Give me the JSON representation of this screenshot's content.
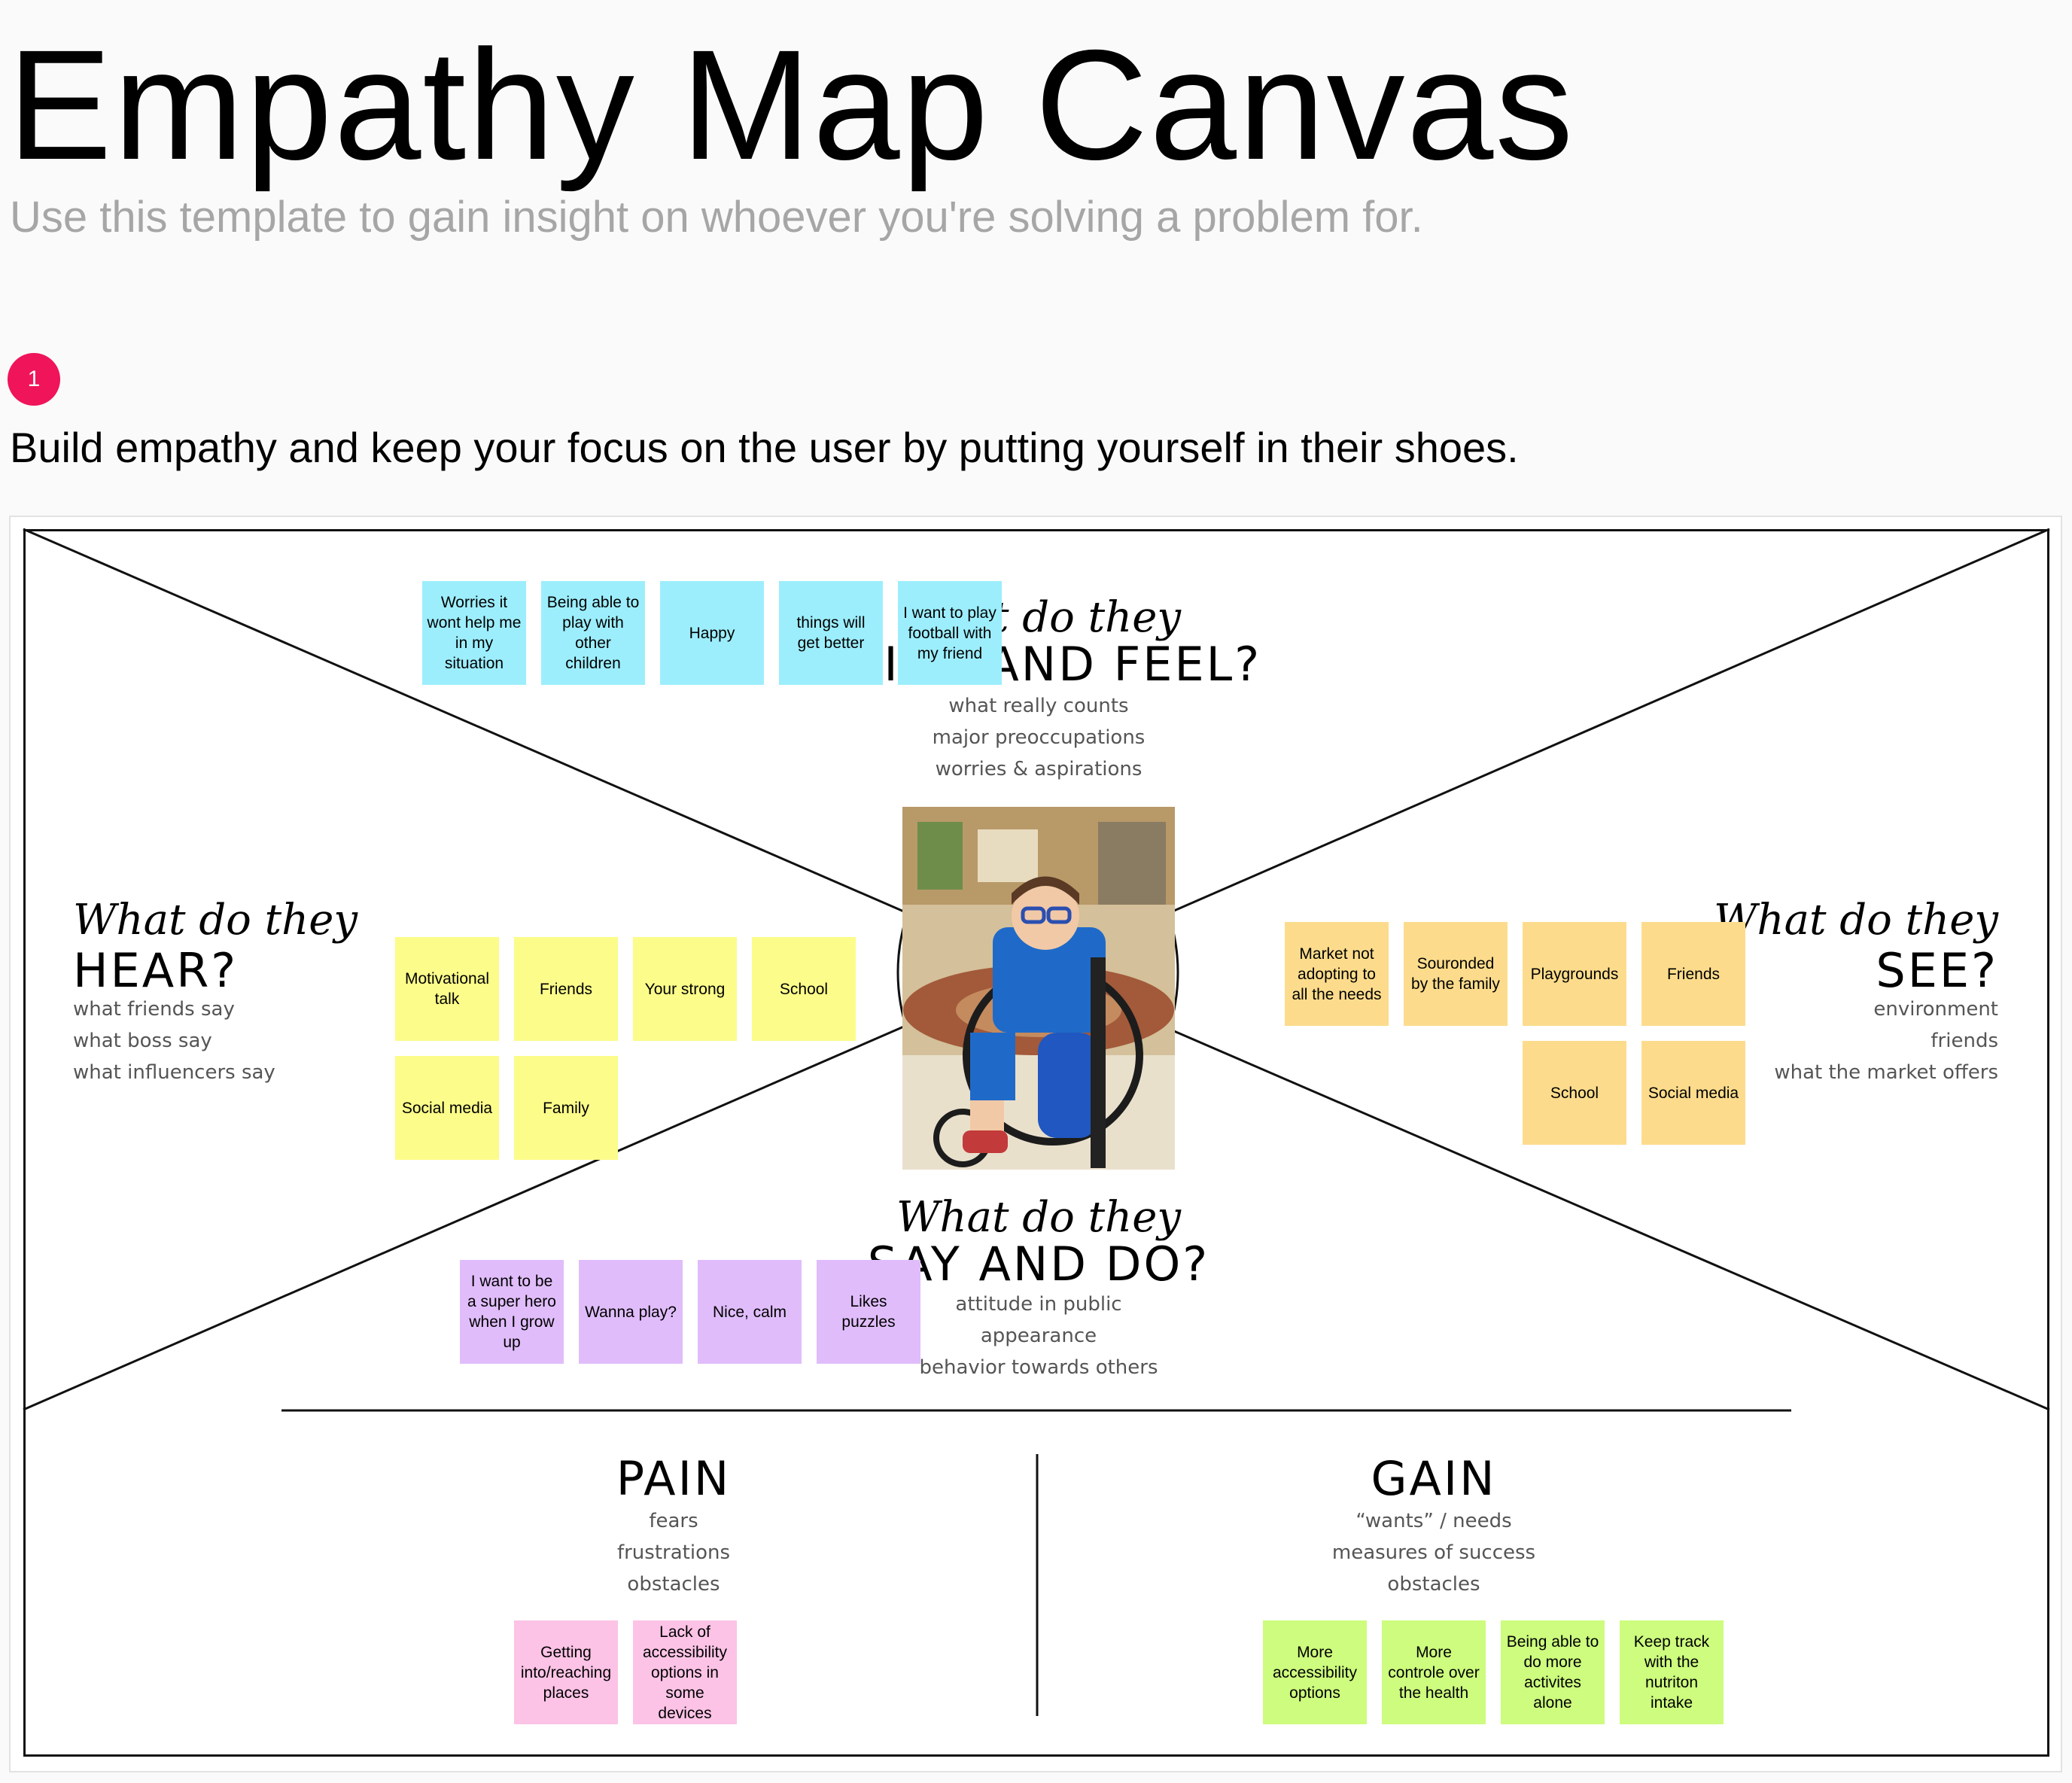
{
  "header": {
    "title": "Empathy Map Canvas",
    "subtitle": "Use this template to gain insight on whoever you're solving a problem for."
  },
  "step": {
    "number": "1",
    "text": "Build empathy and keep your focus on the user by putting yourself in their shoes."
  },
  "sections": {
    "think_feel": {
      "script": "What do they",
      "heading": "THINK AND FEEL?",
      "lines": [
        "what really counts",
        "major preoccupations",
        "worries & aspirations"
      ]
    },
    "hear": {
      "script": "What do they",
      "heading": "HEAR?",
      "lines": [
        "what friends say",
        "what boss say",
        "what influencers say"
      ]
    },
    "see": {
      "script": "What do they",
      "heading": "SEE?",
      "lines": [
        "environment",
        "friends",
        "what the market offers"
      ]
    },
    "say_do": {
      "script": "What do they",
      "heading": "SAY AND DO?",
      "lines": [
        "attitude in public",
        "appearance",
        "behavior towards others"
      ]
    },
    "pain": {
      "heading": "PAIN",
      "lines": [
        "fears",
        "frustrations",
        "obstacles"
      ]
    },
    "gain": {
      "heading": "GAIN",
      "lines": [
        "“wants” / needs",
        "measures of success",
        "obstacles"
      ]
    }
  },
  "notes": {
    "think_feel": [
      "Worries it wont help me in my situation",
      "Being able to play with other children",
      "Happy",
      "things will get better",
      "I want to play football with my friend"
    ],
    "hear": [
      "Motivational talk",
      "Friends",
      "Your strong",
      "School",
      "Social media",
      "Family"
    ],
    "see": [
      "Market not adopting to all the needs",
      "Souronded by the family",
      "Playgrounds",
      "Friends",
      "School",
      "Social media"
    ],
    "say_do": [
      "I want to be a super hero when I grow up",
      "Wanna play?",
      "Nice, calm",
      "Likes puzzles"
    ],
    "pain": [
      "Getting into/reaching places",
      "Lack of accessibility options in some devices"
    ],
    "gain": [
      "More accessibility options",
      "More controle over the health",
      "Being able to do more activites alone",
      "Keep track with the nutriton intake"
    ]
  },
  "colors": {
    "badge": "#f0145a",
    "blue_note": "#9deefc",
    "yellow_note": "#fcfc8a",
    "orange_note": "#fcdc8c",
    "purple_note": "#e0bdfa",
    "pink_note": "#fcc3e6",
    "green_note": "#cdfc7e"
  }
}
